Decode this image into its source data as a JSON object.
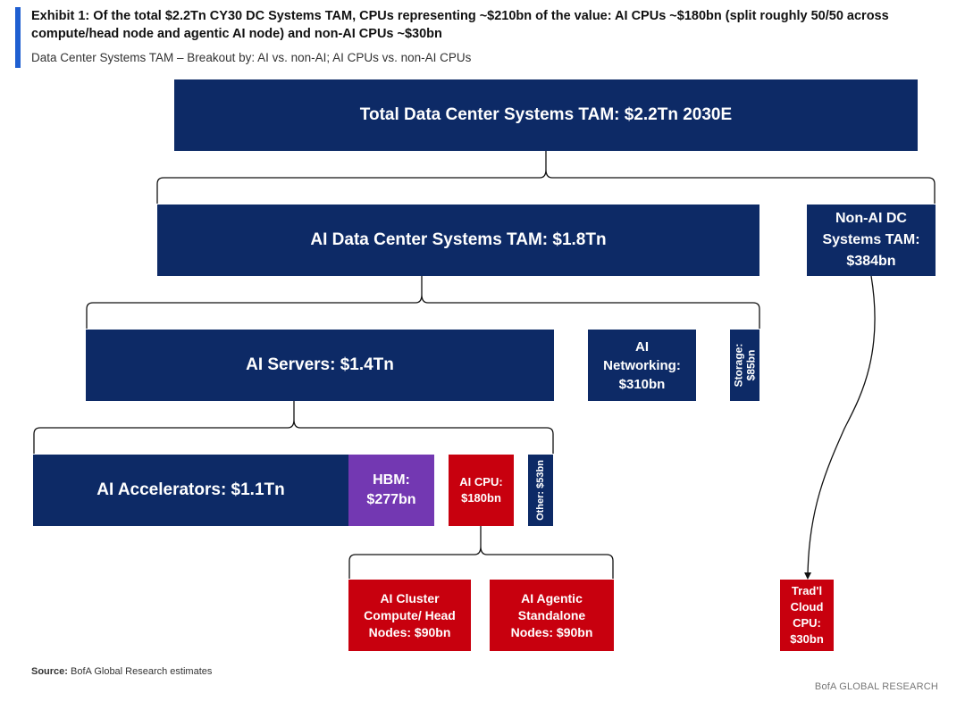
{
  "header": {
    "title": "Exhibit 1: Of the total $2.2Tn CY30 DC Systems TAM, CPUs representing ~$210bn of the value: AI CPUs ~$180bn (split roughly 50/50 across compute/head node and agentic AI node) and non-AI CPUs ~$30bn",
    "subtitle": "Data Center Systems TAM – Breakout by: AI vs. non-AI; AI CPUs vs. non-AI CPUs"
  },
  "nodes": {
    "total": "Total Data Center Systems TAM: $2.2Tn 2030E",
    "ai_dc": "AI Data Center Systems TAM: $1.8Tn",
    "non_ai_dc": "Non-AI DC Systems TAM: $384bn",
    "ai_servers": "AI Servers: $1.4Tn",
    "ai_networking": "AI Networking: $310bn",
    "storage": "Storage: $85bn",
    "ai_accelerators": "AI Accelerators: $1.1Tn",
    "hbm": "HBM: $277bn",
    "ai_cpu": "AI CPU: $180bn",
    "other": "Other: $53bn",
    "cluster_compute": "AI Cluster Compute/ Head Nodes: $90bn",
    "agentic": "AI Agentic Standalone Nodes: $90bn",
    "trad_cloud": "Trad'l Cloud CPU: $30bn"
  },
  "colors": {
    "navy": "#0d2a66",
    "red": "#c8000e",
    "purple": "#7338b2",
    "accent": "#1f5fd1"
  },
  "footer": {
    "source_label": "Source:",
    "source_text": " BofA Global Research estimates",
    "brand": "BofA GLOBAL RESEARCH"
  }
}
